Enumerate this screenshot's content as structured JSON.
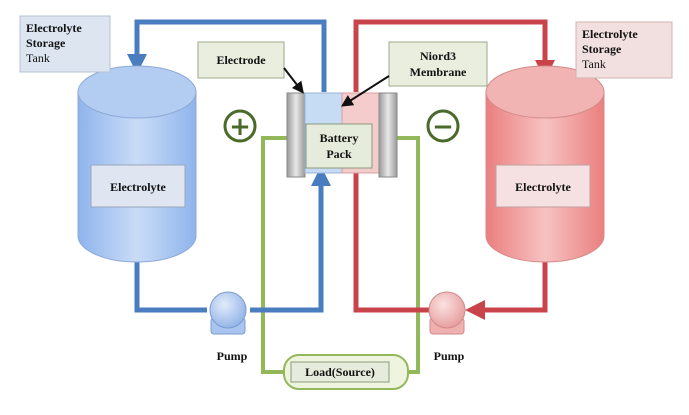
{
  "left_tank": {
    "label_line1": "Electrolyte",
    "label_line2": "Storage",
    "label_line3": "Tank",
    "inner_label": "Electrolyte",
    "color": "#5b8fd6"
  },
  "right_tank": {
    "label_line1": "Electrolyte",
    "label_line2": "Storage",
    "label_line3": "Tank",
    "inner_label": "Electrolyte",
    "color": "#e06666"
  },
  "callouts": {
    "electrode": "Electrode",
    "membrane_line1": "Niord3",
    "membrane_line2": "Membrane"
  },
  "battery_pack": {
    "line1": "Battery",
    "line2": "Pack"
  },
  "terminals": {
    "positive": "+",
    "negative": "−",
    "color": "#4a6a2a"
  },
  "pumps": {
    "left_label": "Pump",
    "right_label": "Pump"
  },
  "load": {
    "label": "Load(Source)",
    "wire_color": "#93b85a"
  },
  "pipe_colors": {
    "blue": "#4a7cc0",
    "red": "#c9444a"
  }
}
